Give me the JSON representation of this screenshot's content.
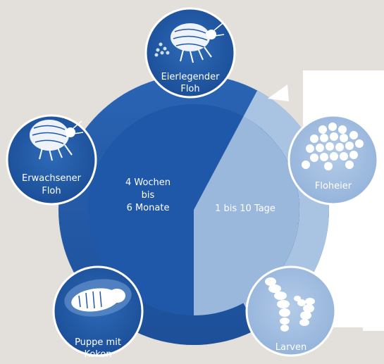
{
  "colors": {
    "background": "#e3dfdb",
    "dark_blue": "#1f57a6",
    "mid_blue": "#2f6ab6",
    "light_blue": "#9ab7dc",
    "ring_light": "#a9c3e3",
    "white": "#ffffff"
  },
  "center": {
    "dark_text": [
      "4 Wochen",
      "bis",
      "6 Monate"
    ],
    "light_text": "1 bis 10 Tage"
  },
  "stages": [
    {
      "id": "egg-laying-flea",
      "label": [
        "Eierlegender",
        "Floh"
      ],
      "icon": "flea-laying-eggs-icon",
      "tone": "dark"
    },
    {
      "id": "flea-eggs",
      "label": [
        "Floheier"
      ],
      "icon": "eggs-icon",
      "tone": "light"
    },
    {
      "id": "larvae",
      "label": [
        "Larven"
      ],
      "icon": "larvae-icon",
      "tone": "light"
    },
    {
      "id": "pupa",
      "label": [
        "Puppe mit",
        "Kokon"
      ],
      "icon": "cocoon-icon",
      "tone": "dark"
    },
    {
      "id": "adult-flea",
      "label": [
        "Erwachsener",
        "Floh"
      ],
      "icon": "flea-icon",
      "tone": "dark"
    }
  ]
}
